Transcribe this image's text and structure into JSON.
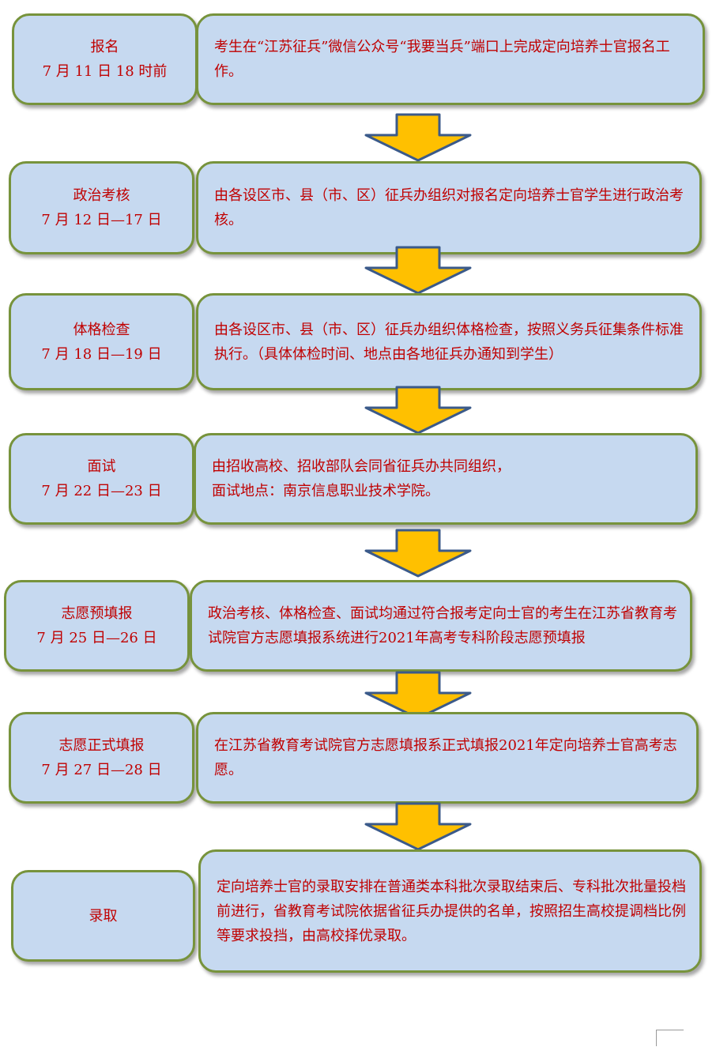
{
  "steps": [
    {
      "title": "报名",
      "date": "7 月 11 日 18 时前",
      "desc": "考生在“江苏征兵”微信公众号“我要当兵”端口上完成定向培养士官报名工作。"
    },
    {
      "title": "政治考核",
      "date": "7 月 12 日—17 日",
      "desc": "由各设区市、县（市、区）征兵办组织对报名定向培养士官学生进行政治考核。"
    },
    {
      "title": "体格检查",
      "date": "7 月 18 日—19 日",
      "desc": "由各设区市、县（市、区）征兵办组织体格检查，按照义务兵征集条件标准执行。（具体体检时间、地点由各地征兵办通知到学生）"
    },
    {
      "title": "面试",
      "date": "7 月 22 日—23 日",
      "desc": "由招收高校、招收部队会同省征兵办共同组织，",
      "desc2": "面试地点：南京信息职业技术学院。"
    },
    {
      "title": "志愿预填报",
      "date": "7 月 25 日—26 日",
      "desc": "政治考核、体格检查、面试均通过符合报考定向士官的考生在江苏省教育考试院官方志愿填报系统进行2021年高考专科阶段志愿预填报"
    },
    {
      "title": "志愿正式填报",
      "date": "7 月 27 日—28 日",
      "desc": "在江苏省教育考试院官方志愿填报系正式填报2021年定向培养士官高考志愿。"
    },
    {
      "title": "录取",
      "desc": "定向培养士官的录取安排在普通类本科批次录取结束后、专科批次批量投档前进行，省教育考试院依据省征兵办提供的名单，按照招生高校提调档比例等要求投挡，由高校择优录取。"
    }
  ],
  "colors": {
    "box_fill": "#c6d9f0",
    "box_border": "#77933c",
    "text": "#c00000",
    "arrow_fill": "#ffc000",
    "arrow_stroke": "#3b5a8a"
  }
}
